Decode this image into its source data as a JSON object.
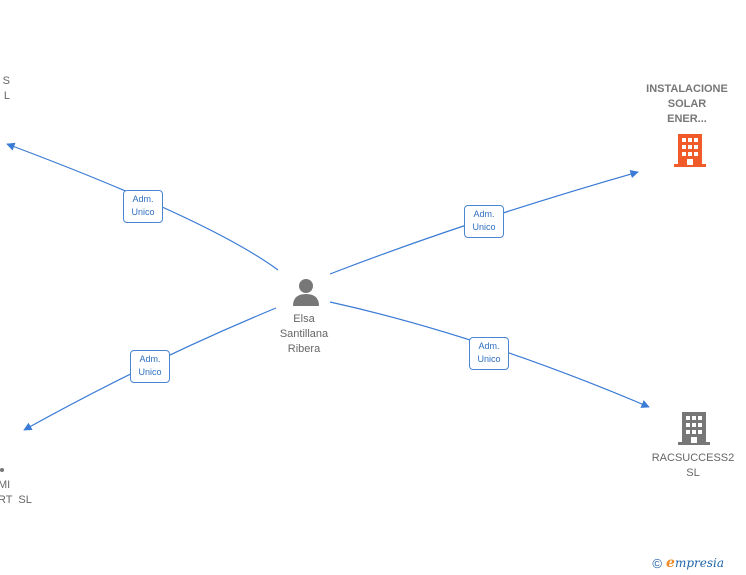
{
  "center": {
    "name_lines": [
      "Elsa",
      "Santillana",
      "Ribera"
    ],
    "icon": "person-icon"
  },
  "companies": [
    {
      "id": "top-left",
      "name_lines": [
        "S",
        "L"
      ],
      "icon": "none",
      "color": "#777777"
    },
    {
      "id": "top-right",
      "name_lines": [
        "INSTALACIONE",
        "SOLAR",
        "ENER..."
      ],
      "icon": "building-icon",
      "color": "#f15a29"
    },
    {
      "id": "bottom-left",
      "name_lines": [
        "MI",
        "RT  SL"
      ],
      "icon": "none",
      "color": "#777777"
    },
    {
      "id": "bottom-right",
      "name_lines": [
        "RACSUCCESS2",
        "SL"
      ],
      "icon": "building-icon",
      "color": "#777777"
    }
  ],
  "edges": [
    {
      "to": "top-left",
      "label_lines": [
        "Adm.",
        "Unico"
      ]
    },
    {
      "to": "top-right",
      "label_lines": [
        "Adm.",
        "Unico"
      ]
    },
    {
      "to": "bottom-left",
      "label_lines": [
        "Adm.",
        "Unico"
      ]
    },
    {
      "to": "bottom-right",
      "label_lines": [
        "Adm.",
        "Unico"
      ]
    }
  ],
  "colors": {
    "edge": "#3a7bd5",
    "person_icon": "#777777",
    "highlight_building": "#f15a29",
    "building": "#777777"
  },
  "footer": {
    "copyright": "©",
    "brand_initial": "e",
    "brand_rest": "mpresia"
  }
}
